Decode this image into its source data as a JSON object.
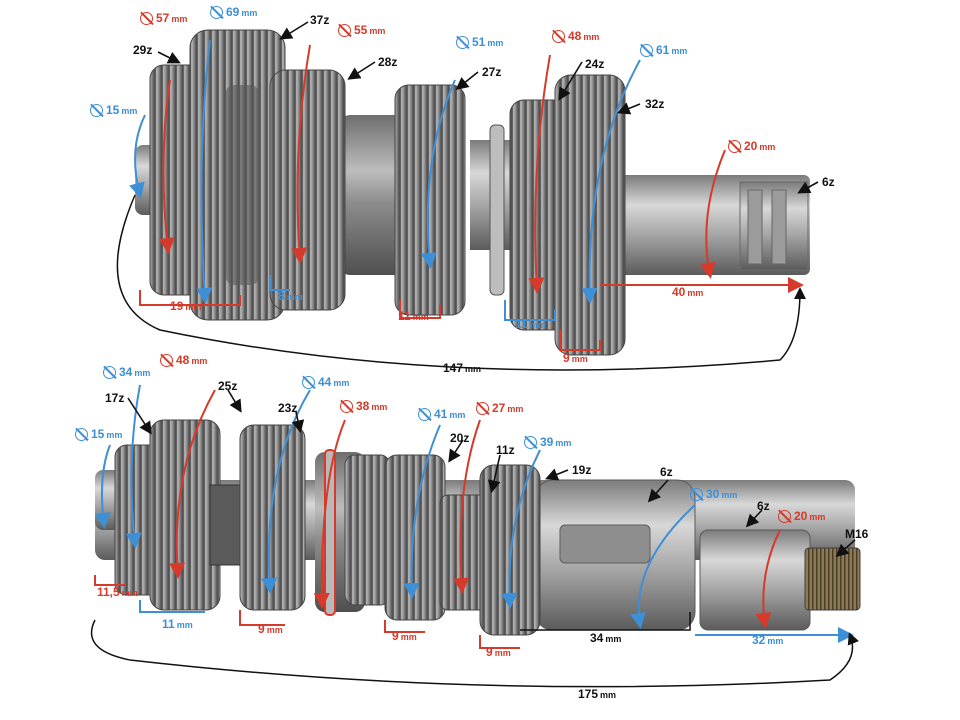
{
  "colors": {
    "red": "#d63a2a",
    "blue": "#3d8fd6",
    "black": "#111111",
    "metal": "#8d8d8d"
  },
  "icons": {
    "diameter": "diameter-symbol-icon"
  },
  "top_shaft": {
    "teeth": {
      "g29": "29z",
      "g37": "37z",
      "g28": "28z",
      "g27": "27z",
      "g24": "24z",
      "g32": "32z",
      "spline": "6z"
    },
    "diameters": {
      "d57": "57",
      "d69": "69",
      "d55": "55",
      "d51": "51",
      "d48": "48",
      "d61": "61",
      "d15": "15",
      "d20": "20"
    },
    "widths": {
      "w19": "19",
      "w8": "8",
      "w11a": "11",
      "w11b": "11",
      "w9": "9",
      "w40": "40"
    },
    "length": "147"
  },
  "bottom_shaft": {
    "teeth": {
      "g17": "17z",
      "g25": "25z",
      "g23": "23z",
      "g20": "20z",
      "g11": "11z",
      "g19": "19z",
      "spline1": "6z",
      "spline2": "6z",
      "thread": "M16"
    },
    "diameters": {
      "d34": "34",
      "d48": "48",
      "d44": "44",
      "d15": "15",
      "d38": "38",
      "d41": "41",
      "d27": "27",
      "d39": "39",
      "d30": "30",
      "d20": "20"
    },
    "widths": {
      "w11_5": "11,5",
      "w11": "11",
      "w9a": "9",
      "w9b": "9",
      "w9c": "9",
      "w34": "34",
      "w32": "32"
    },
    "length": "175"
  },
  "unit": "mm"
}
